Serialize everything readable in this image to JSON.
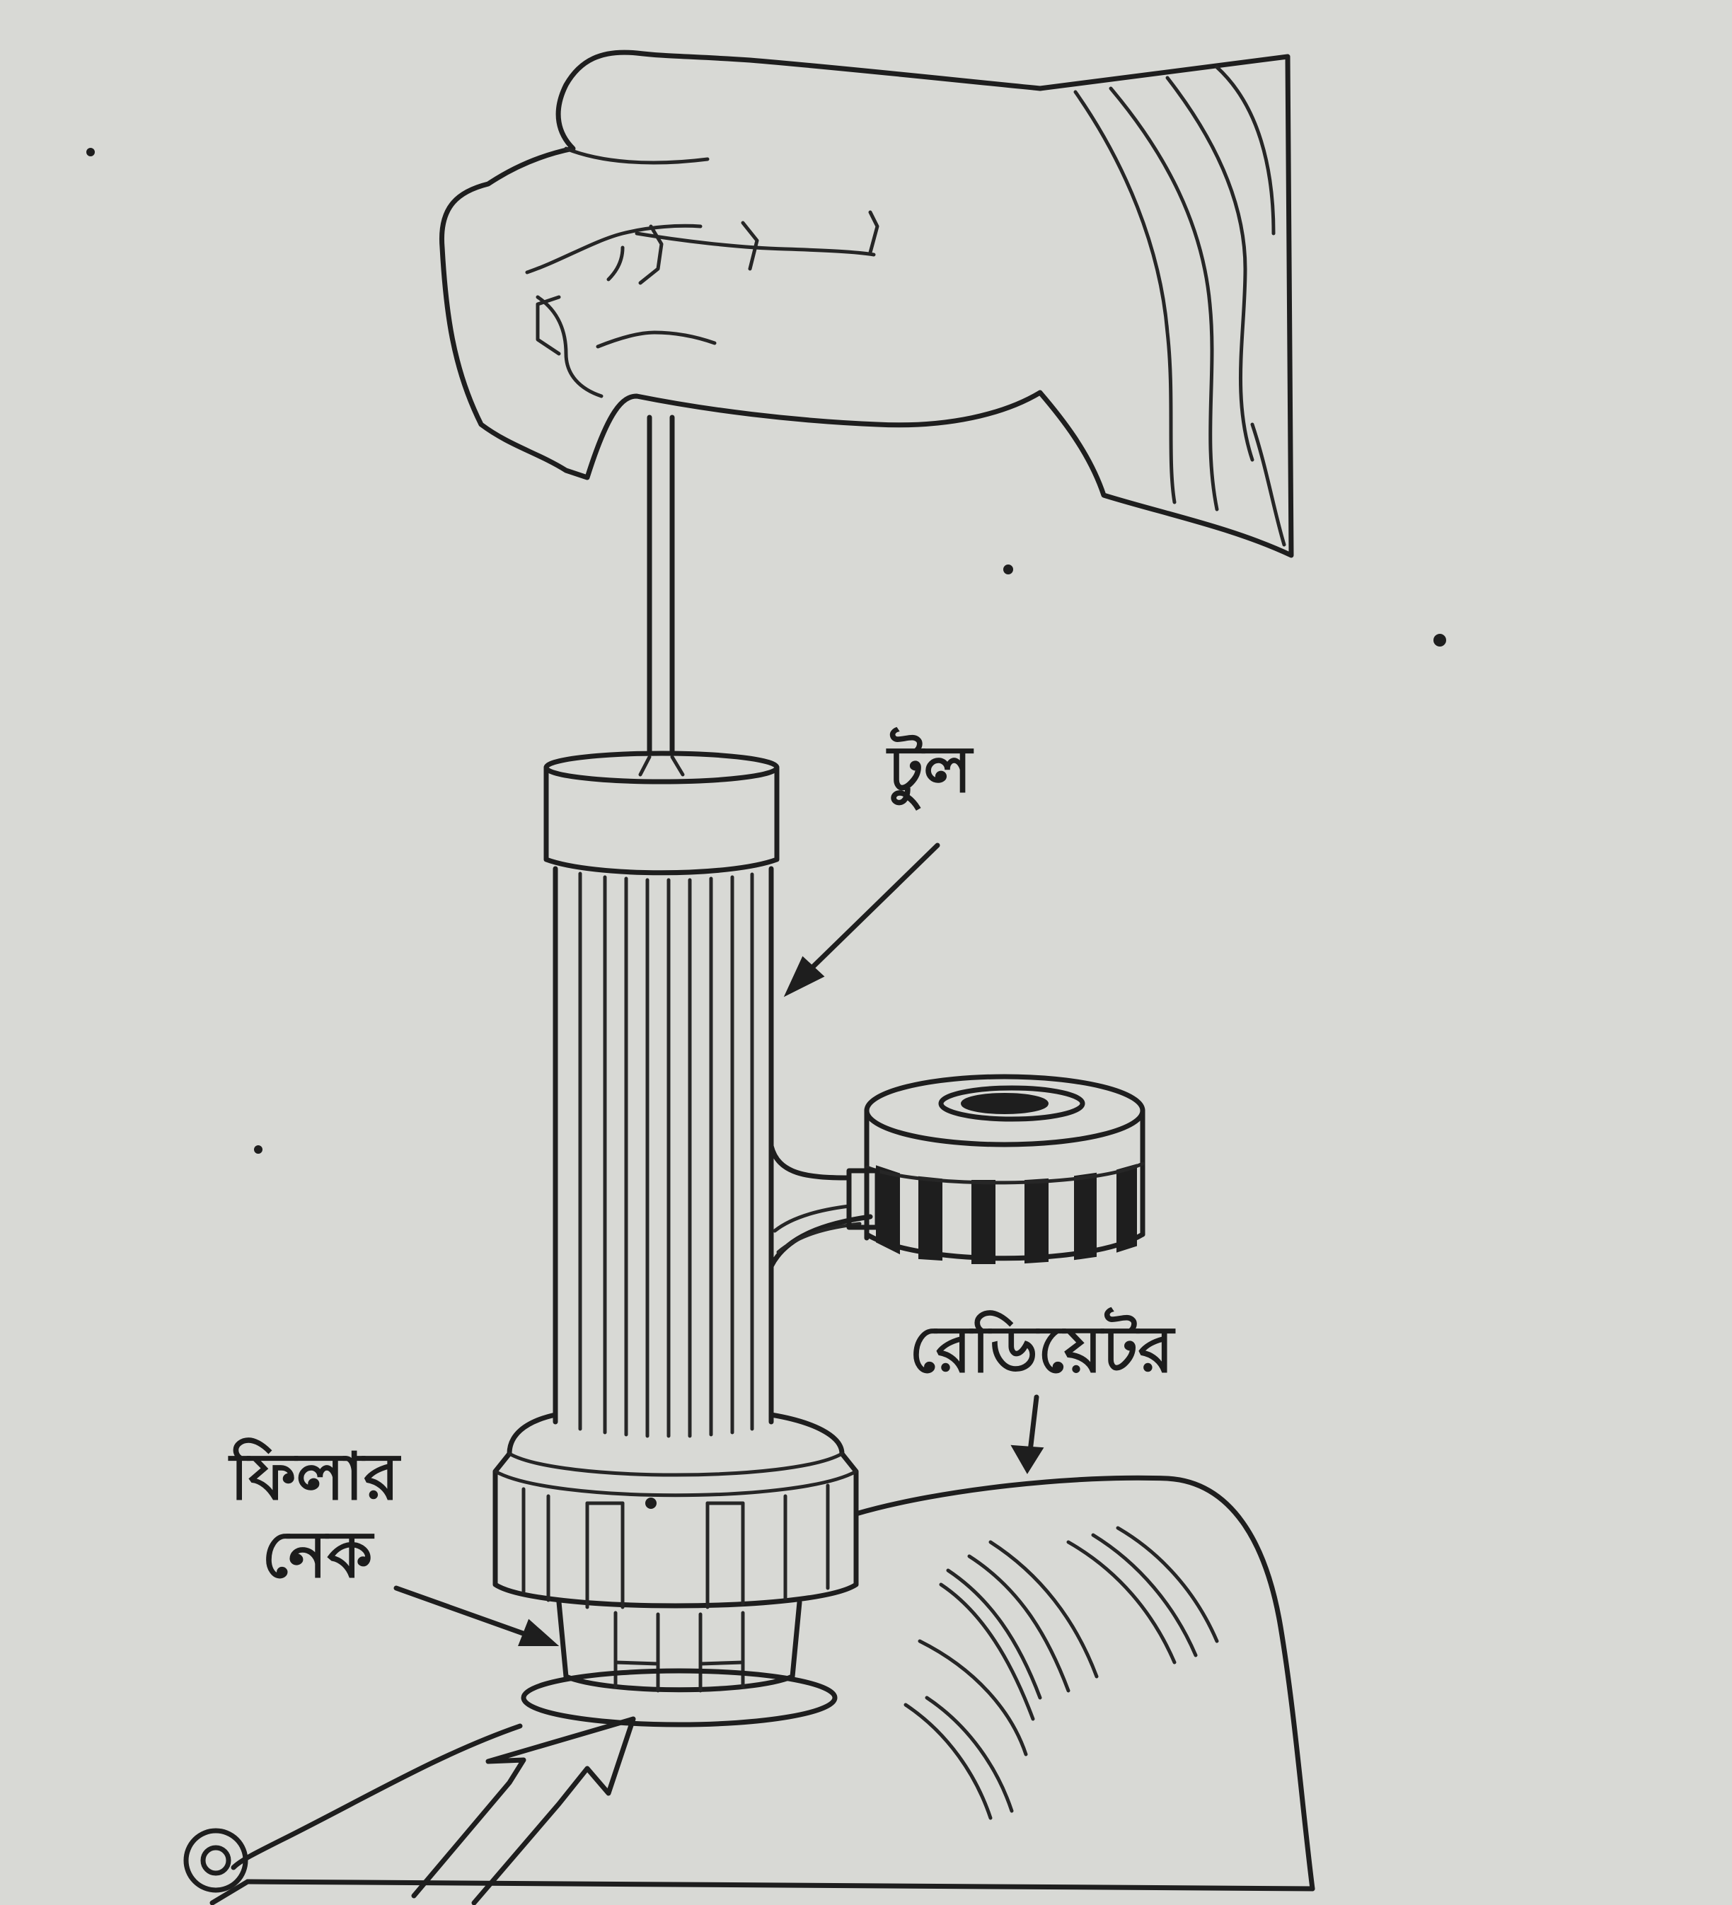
{
  "labels": {
    "tool": "টুল",
    "radiator": "রেডিয়েটর",
    "filler_neck_line1": "ফিলার",
    "filler_neck_line2": "নেক"
  },
  "colors": {
    "paper": "#d8d9d5",
    "ink": "#1e1e1e"
  }
}
